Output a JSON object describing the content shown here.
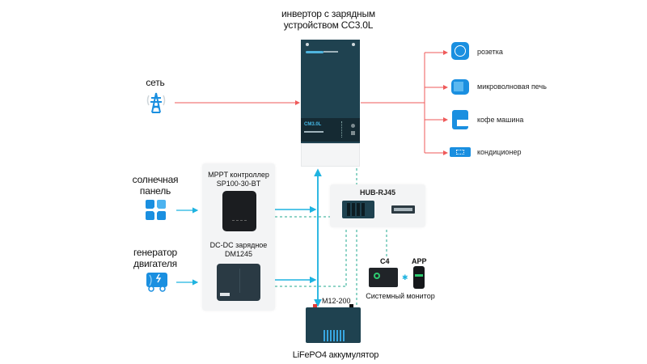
{
  "diagram": {
    "inverter": {
      "title_line1": "инвертор с зарядным",
      "title_line2": "устройством CC3.0L",
      "model_badge": "CM3.0L"
    },
    "sources": [
      {
        "id": "grid",
        "label_line1": "сеть",
        "label_line2": "",
        "icon": "power-tower-icon"
      },
      {
        "id": "solar",
        "label_line1": "солнечная",
        "label_line2": "панель",
        "icon": "solar-panel-icon"
      },
      {
        "id": "alternator",
        "label_line1": "генератор",
        "label_line2": "двигателя",
        "icon": "vehicle-alternator-icon"
      }
    ],
    "chargers": [
      {
        "id": "mppt",
        "label_line1": "MPPT контроллер",
        "label_line2": "SP100-30-BT"
      },
      {
        "id": "dcdc",
        "label_line1": "DC-DC зарядное",
        "label_line2": "DM1245"
      }
    ],
    "loads": [
      {
        "label": "розетка",
        "icon": "socket-icon"
      },
      {
        "label": "микроволновая печь",
        "icon": "microwave-icon"
      },
      {
        "label": "кофе машина",
        "icon": "coffee-machine-icon"
      },
      {
        "label": "кондиционер",
        "icon": "air-conditioner-icon"
      }
    ],
    "hub": {
      "label": "HUB-RJ45"
    },
    "monitor": {
      "c4_label": "C4",
      "app_label": "APP",
      "caption": "Системный монитор"
    },
    "battery": {
      "model": "M12-200",
      "caption": "LiFePO4 аккумулятор"
    },
    "colors": {
      "ac_line": "#ef5a5a",
      "dc_line": "#1fb3e0",
      "comm_line": "#22a98f",
      "icon_blue": "#1a8fe0",
      "device_dark": "#1f4250"
    }
  }
}
